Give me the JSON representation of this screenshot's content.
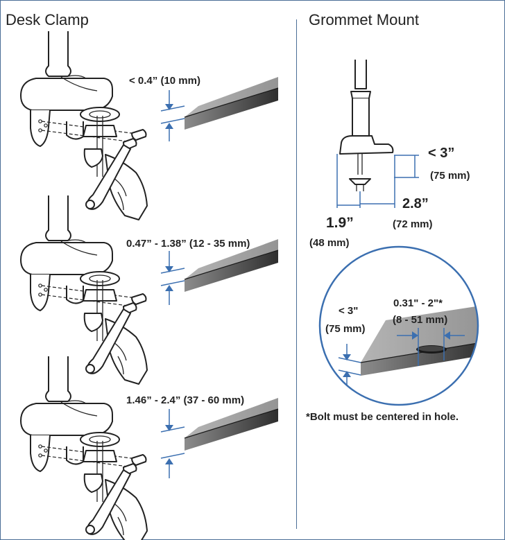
{
  "colors": {
    "accent": "#3b6fb0",
    "frame": "#4a6d96",
    "desk_top": "#a4a4a4",
    "desk_edge_light": "#8c8c8c",
    "desk_edge_dark": "#2e2e2e"
  },
  "desk_clamp": {
    "heading": "Desk Clamp",
    "steps": [
      {
        "label": "< 0.4” (10 mm)"
      },
      {
        "label": "0.47” - 1.38” (12 - 35 mm)"
      },
      {
        "label": "1.46” - 2.4” (37 - 60 mm)"
      }
    ]
  },
  "grommet_mount": {
    "heading": "Grommet Mount",
    "height_in": "< 3”",
    "height_mm": "(75 mm)",
    "depth_in": "2.8”",
    "depth_mm": "(72 mm)",
    "width_in": "1.9”",
    "width_mm": "(48 mm)",
    "detail": {
      "thickness_in": "< 3\"",
      "thickness_mm": "(75 mm)",
      "hole_in": "0.31\" - 2\"*",
      "hole_mm": "(8 - 51 mm)"
    },
    "footnote": "*Bolt must be centered in hole."
  }
}
